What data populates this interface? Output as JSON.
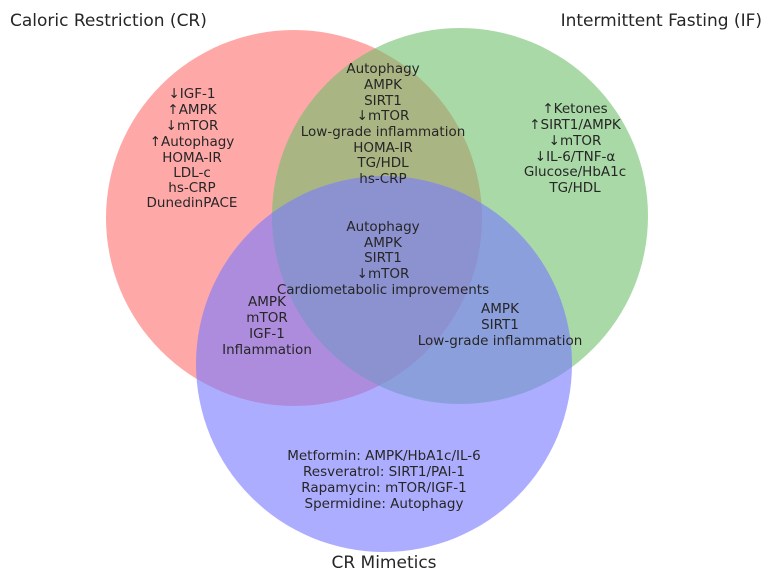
{
  "diagram": {
    "type": "venn-3",
    "sets": [
      {
        "id": "cr",
        "label": "Caloric Restriction (CR)",
        "color": "#ff7a7a"
      },
      {
        "id": "if",
        "label": "Intermittent Fasting (IF)",
        "color": "#6fbf6a"
      },
      {
        "id": "mimetics",
        "label": "CR Mimetics",
        "color": "#7b7bff"
      }
    ],
    "regions": {
      "cr_only": [
        "↓IGF-1",
        "↑AMPK",
        "↓mTOR",
        "↑Autophagy",
        "HOMA-IR",
        "LDL-c",
        "hs-CRP",
        "DunedinPACE"
      ],
      "if_only": [
        "↑Ketones",
        "↑SIRT1/AMPK",
        "↓mTOR",
        "↓IL-6/TNF-α",
        "Glucose/HbA1c",
        "TG/HDL"
      ],
      "cr_if": [
        "Autophagy",
        "AMPK",
        "SIRT1",
        "↓mTOR",
        "Low-grade inflammation",
        "HOMA-IR",
        "TG/HDL",
        "hs-CRP"
      ],
      "all_three": [
        "Autophagy",
        "AMPK",
        "SIRT1",
        "↓mTOR",
        "Cardiometabolic improvements"
      ],
      "cr_mimetics": [
        "AMPK",
        "mTOR",
        "IGF-1",
        "Inflammation"
      ],
      "if_mimetics": [
        "AMPK",
        "SIRT1",
        "Low-grade inflammation"
      ],
      "mimetics_only": [
        "Metformin: AMPK/HbA1c/IL-6",
        "Resveratrol: SIRT1/PAI-1",
        "Rapamycin: mTOR/IGF-1",
        "Spermidine: Autophagy"
      ]
    }
  }
}
